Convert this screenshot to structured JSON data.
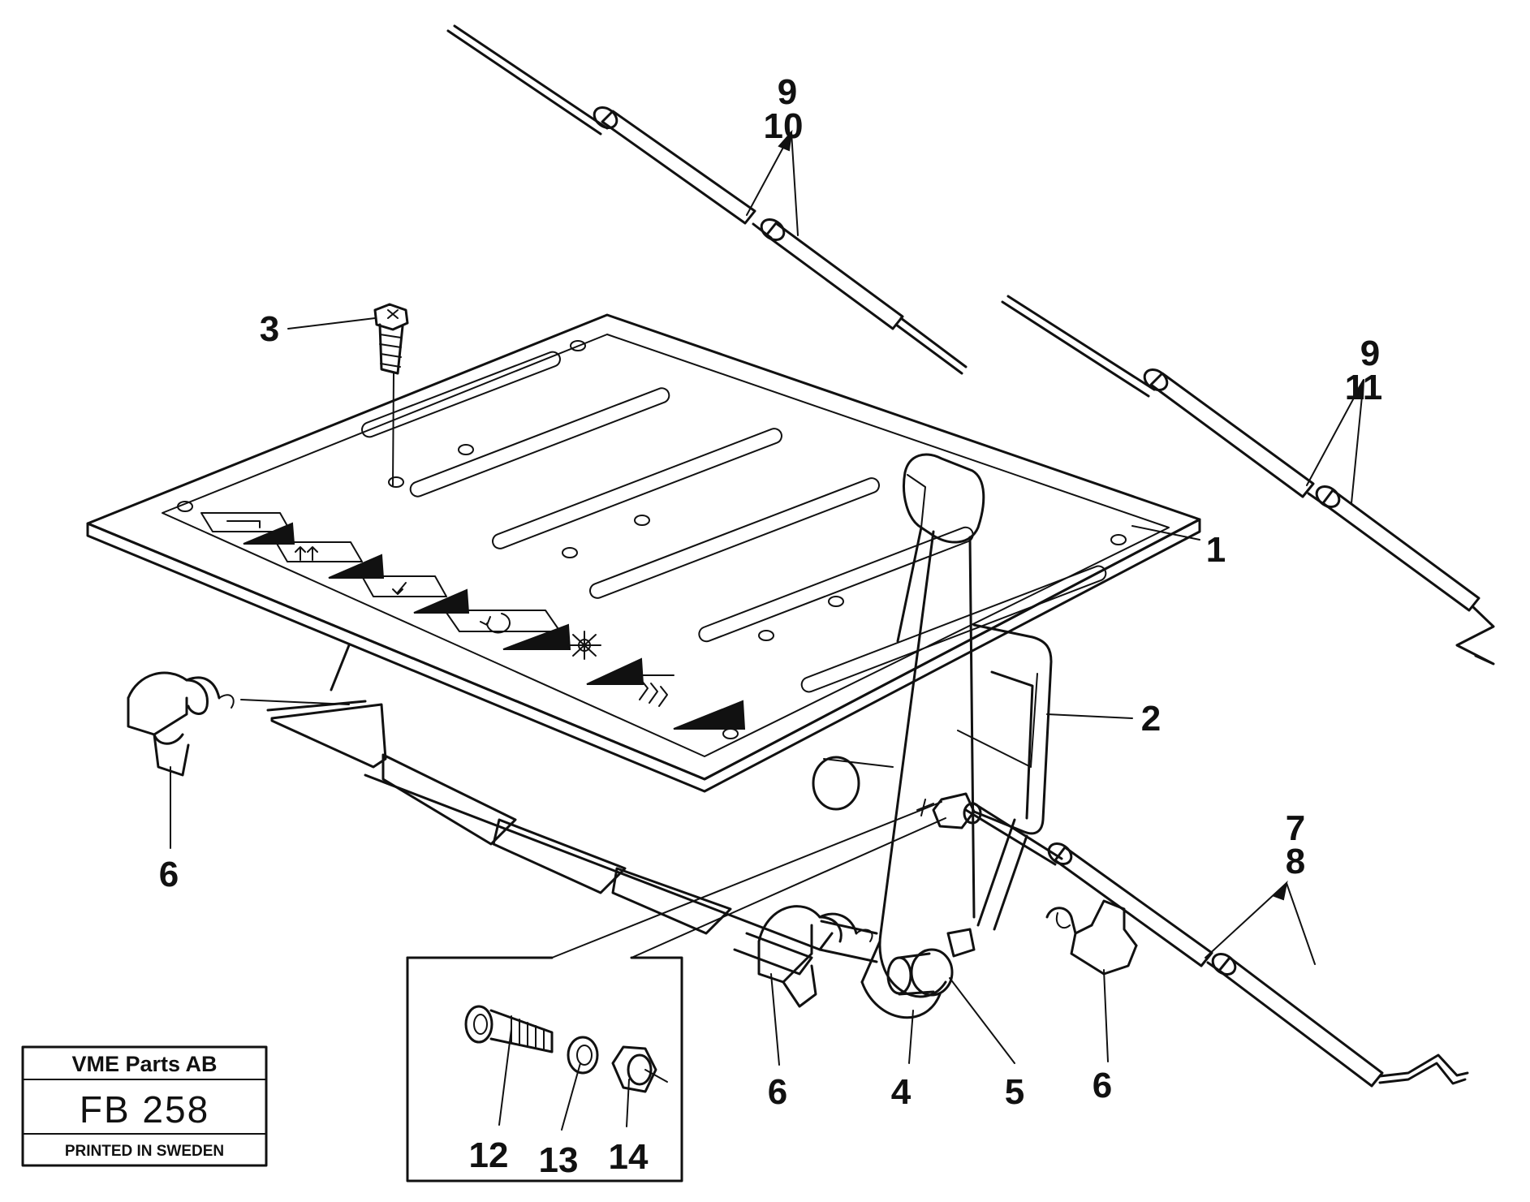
{
  "title_block": {
    "company": "VME Parts AB",
    "code": "FB 258",
    "printed": "PRINTED IN SWEDEN"
  },
  "callouts": {
    "c1": "1",
    "c2": "2",
    "c3": "3",
    "c4": "4",
    "c5": "5",
    "c6a": "6",
    "c6b": "6",
    "c6c": "6",
    "c7": "7",
    "c8": "8",
    "c9a": "9",
    "c10": "10",
    "c9b": "9",
    "c11": "11",
    "c12": "12",
    "c13": "13",
    "c14": "14"
  }
}
